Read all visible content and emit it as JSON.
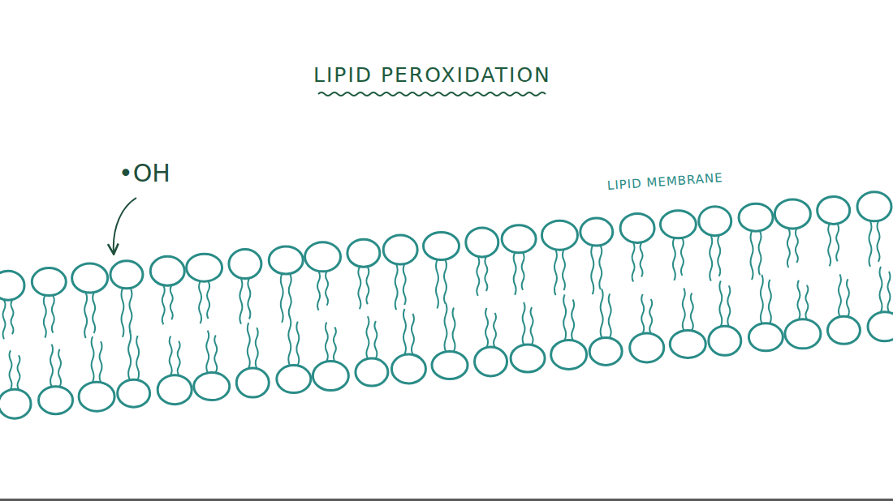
{
  "diagram": {
    "title": "LIPID PEROXIDATION",
    "labels": [
      "•OH",
      "LIPID MEMBRANE"
    ]
  }
}
